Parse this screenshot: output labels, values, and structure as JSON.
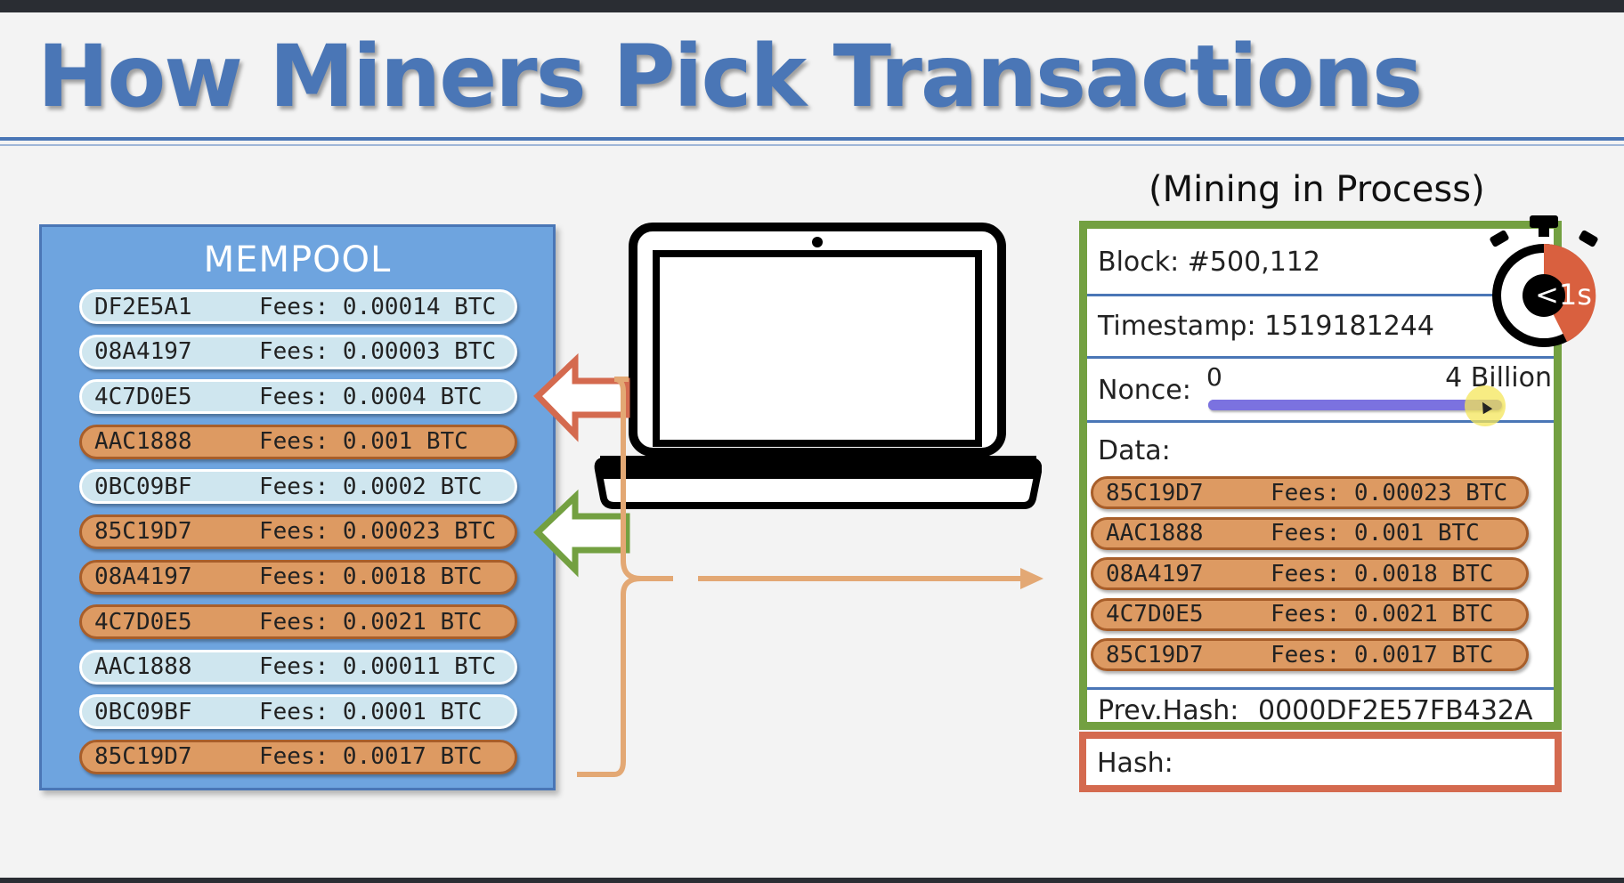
{
  "title": "How Miners Pick Transactions",
  "colors": {
    "title_blue": "#4a76b6",
    "mempool_bg": "#6ea4df",
    "low_fee_fill": "#cfe6ef",
    "high_fee_fill": "#dd9a62",
    "block_border": "#73a041",
    "hash_border": "#d46a4f",
    "nonce_bar": "#6f67d8",
    "timer_red": "#d9603f"
  },
  "mempool": {
    "title": "MEMPOOL",
    "transactions": [
      {
        "id": "DF2E5A1",
        "fee": "Fees: 0.00014 BTC",
        "selected": false
      },
      {
        "id": "08A4197",
        "fee": "Fees: 0.00003 BTC",
        "selected": false
      },
      {
        "id": "4C7D0E5",
        "fee": "Fees: 0.0004 BTC",
        "selected": false
      },
      {
        "id": "AAC1888",
        "fee": "Fees: 0.001 BTC",
        "selected": true
      },
      {
        "id": "0BC09BF",
        "fee": "Fees: 0.0002 BTC",
        "selected": false
      },
      {
        "id": "85C19D7",
        "fee": "Fees: 0.00023 BTC",
        "selected": true
      },
      {
        "id": "08A4197",
        "fee": "Fees: 0.0018 BTC",
        "selected": true
      },
      {
        "id": "4C7D0E5",
        "fee": "Fees: 0.0021 BTC",
        "selected": true
      },
      {
        "id": "AAC1888",
        "fee": "Fees: 0.00011 BTC",
        "selected": false
      },
      {
        "id": "0BC09BF",
        "fee": "Fees: 0.0001 BTC",
        "selected": false
      },
      {
        "id": "85C19D7",
        "fee": "Fees: 0.0017 BTC",
        "selected": true
      }
    ]
  },
  "mining": {
    "title": "(Mining in Process)",
    "block_label": "Block: #500,112",
    "timestamp_label": "Timestamp: 1519181244",
    "nonce": {
      "label": "Nonce:",
      "min": "0",
      "max": "4 Billion",
      "progress": 0.93
    },
    "data_label": "Data:",
    "data_transactions": [
      {
        "id": "85C19D7",
        "fee": "Fees: 0.00023 BTC"
      },
      {
        "id": "AAC1888",
        "fee": "Fees: 0.001 BTC"
      },
      {
        "id": "08A4197",
        "fee": "Fees: 0.0018 BTC"
      },
      {
        "id": "4C7D0E5",
        "fee": "Fees: 0.0021 BTC"
      },
      {
        "id": "85C19D7",
        "fee": "Fees: 0.0017 BTC"
      }
    ],
    "prev_hash_label": "Prev.Hash:",
    "prev_hash_value": "0000DF2E57FB432A",
    "hash_label": "Hash:"
  },
  "timer": {
    "label": "<1s",
    "icon": "stopwatch-icon"
  },
  "icons": {
    "laptop": "laptop-icon",
    "reject_arrow": "arrow-left-icon",
    "accept_arrow": "arrow-left-icon",
    "to_block_arrow": "arrow-right-icon"
  }
}
